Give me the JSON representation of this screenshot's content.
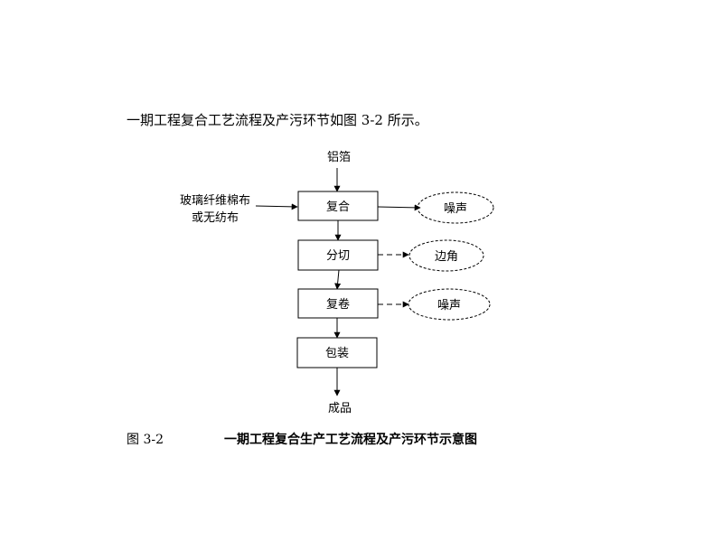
{
  "intro_text": "一期工程复合工艺流程及产污环节如图 3-2 所示。",
  "diagram": {
    "input_top": "铝箔",
    "input_side_line1": "玻璃纤维棉布",
    "input_side_line2": "或无纺布",
    "steps": {
      "composite": "复合",
      "slitting": "分切",
      "rewinding": "复卷",
      "packaging": "包装"
    },
    "pollutants": {
      "noise_1": "噪声",
      "trim": "边角",
      "noise_2": "噪声"
    },
    "output": "成品"
  },
  "caption": {
    "number": "图 3-2",
    "title": "一期工程复合生产工艺流程及产污环节示意图"
  }
}
